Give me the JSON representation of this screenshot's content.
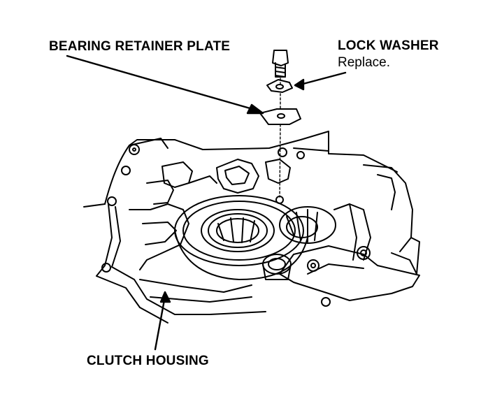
{
  "labels": {
    "bearing_retainer_plate": "BEARING RETAINER PLATE",
    "lock_washer": "LOCK WASHER",
    "lock_washer_note": "Replace.",
    "clutch_housing": "CLUTCH HOUSING"
  },
  "colors": {
    "ink": "#000000",
    "paper": "#ffffff"
  }
}
